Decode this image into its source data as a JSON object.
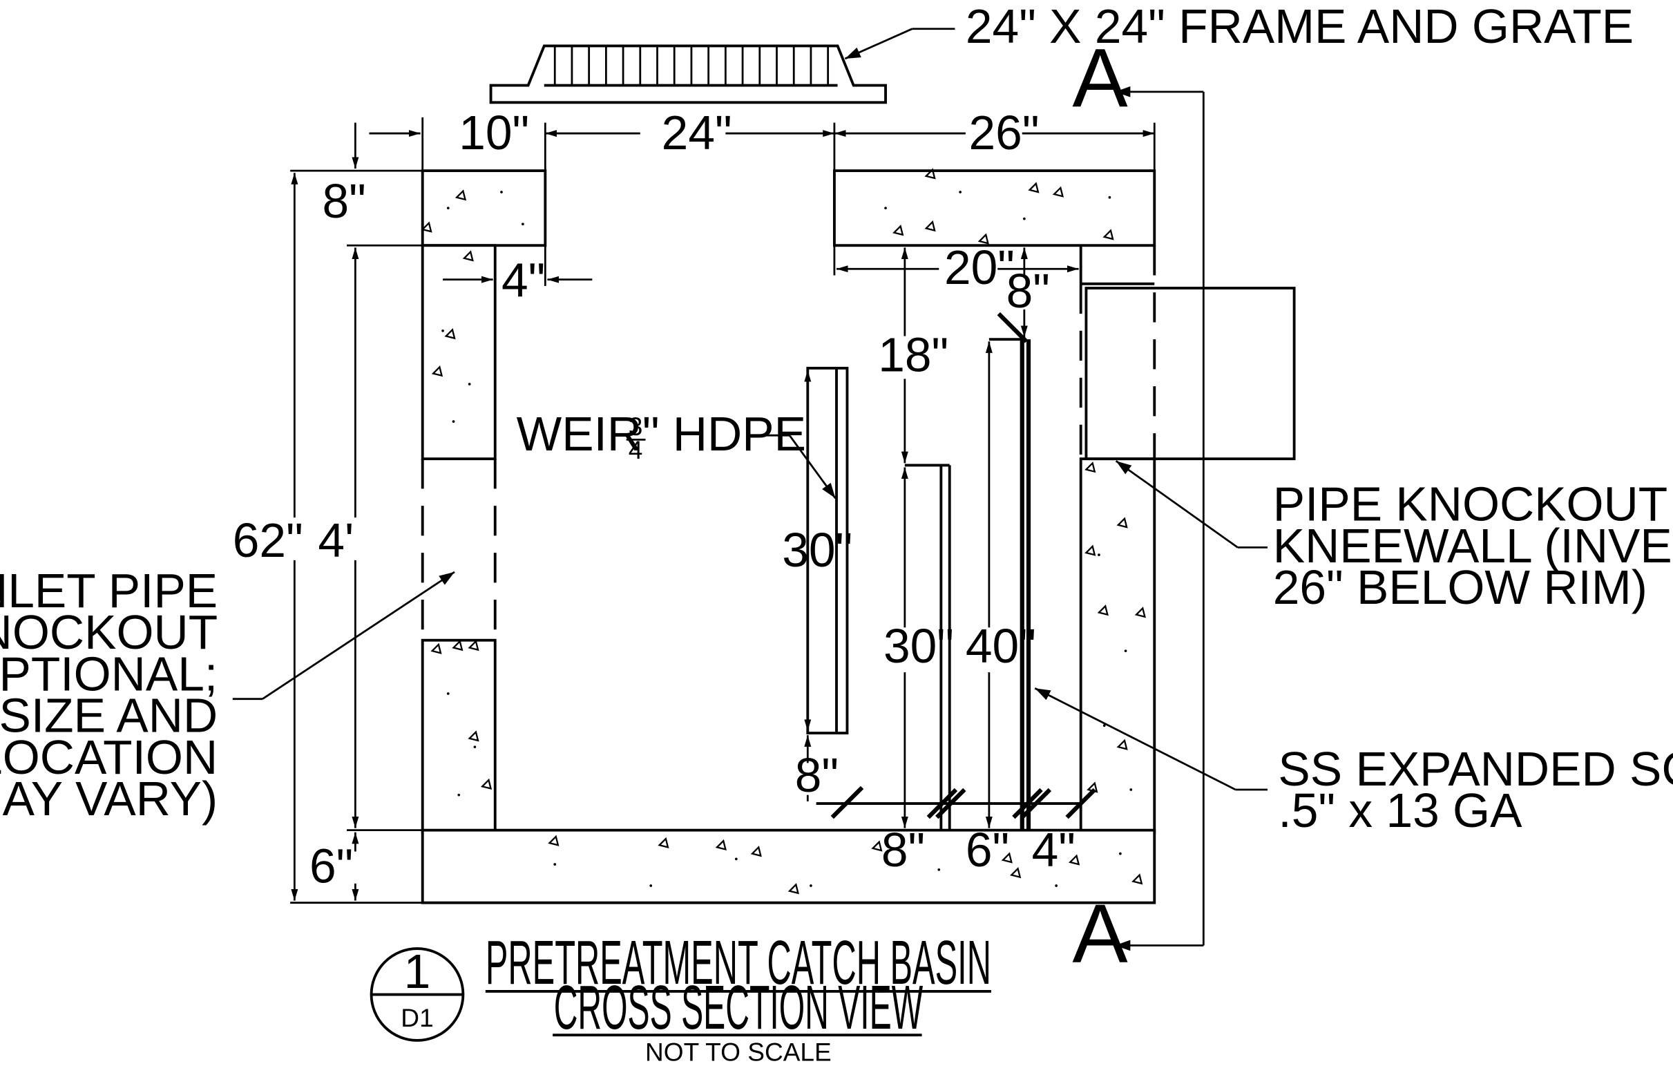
{
  "labels": {
    "frame_grate": "24\" X 24\" FRAME AND GRATE",
    "section_marker": "A",
    "weir_prefix": "WEIR ",
    "weir_frac_num": "3",
    "weir_frac_den": "4",
    "weir_suffix": "\" HDPE",
    "pipe_knockout": [
      "PIPE KNOCKOUT OR",
      "KNEEWALL (INVERT",
      "26\" BELOW RIM)"
    ],
    "inlet_pipe": [
      "INLET PIPE",
      "KNOCKOUT",
      "(OPTIONAL;",
      "SIZE AND",
      "LOCATION",
      "MAY VARY)"
    ],
    "screen": [
      "SS EXPANDED SCREEN",
      ".5\" x 13 GA"
    ]
  },
  "dimensions": {
    "top_left": "10\"",
    "top_opening": "24\"",
    "top_right": "26\"",
    "lid_thickness": "8\"",
    "wall_offset": "4\"",
    "inner_right": "20\"",
    "screen_top": "8\"",
    "weir_gap_top": "18\"",
    "weir_height": "30\"",
    "overall_height": "62\"",
    "interior_height": "4'",
    "baffle_height": "30\"",
    "screen_height": "40\"",
    "weir_bottom": "8\"",
    "floor_thickness": "6\"",
    "bottom_a": "8\"",
    "bottom_b": "6\"",
    "bottom_c": "4\""
  },
  "title_block": {
    "number": "1",
    "sheet": "D1",
    "title_line1": "PRETREATMENT CATCH BASIN",
    "title_line2": "CROSS SECTION VIEW",
    "scale": "NOT TO SCALE"
  }
}
